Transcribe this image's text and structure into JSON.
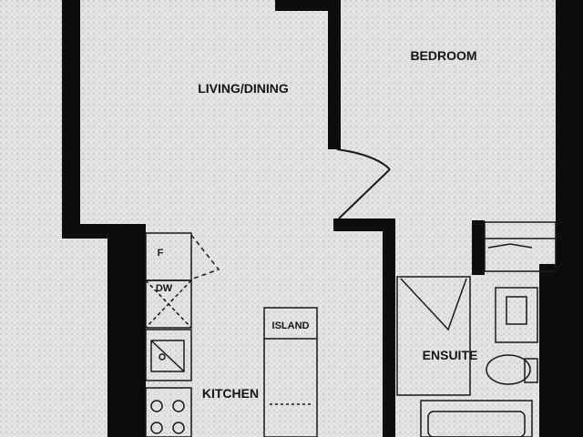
{
  "colors": {
    "background": "#e4e4e4",
    "wall": "#0d0d0d",
    "line": "#1a1a1a"
  },
  "labels": {
    "living_dining": "LIVING/DINING",
    "bedroom": "BEDROOM",
    "kitchen": "KITCHEN",
    "ensuite": "ENSUITE",
    "island": "ISLAND",
    "fridge": "F",
    "dishwasher": "DW"
  }
}
